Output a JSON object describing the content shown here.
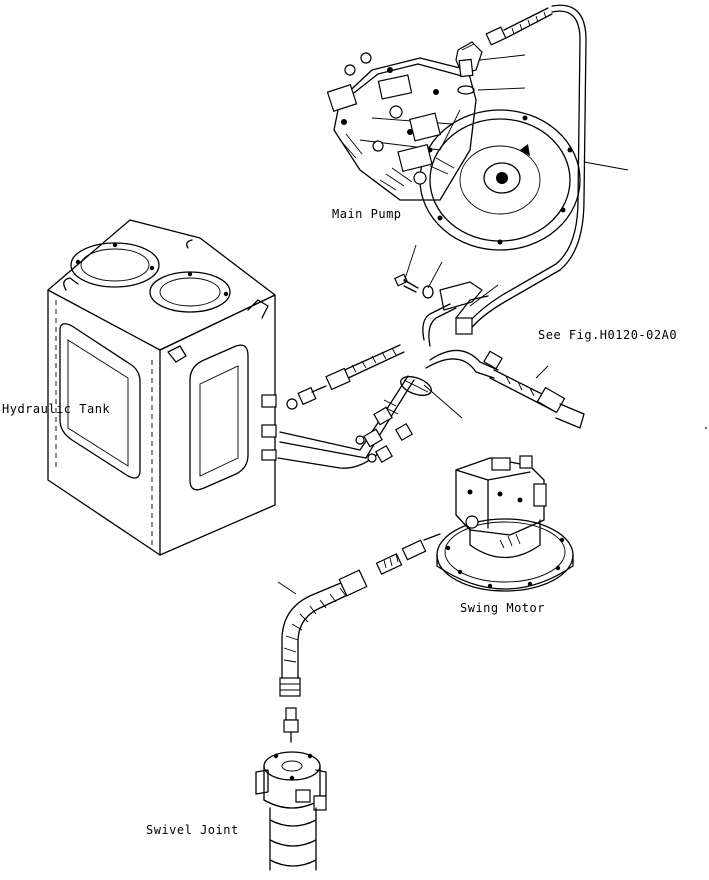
{
  "labels": {
    "main_pump": "Main Pump",
    "hydraulic_tank": "Hydraulic Tank",
    "see_fig": "See Fig.H0120-02A0",
    "swing_motor": "Swing Motor",
    "swivel_joint": "Swivel Joint"
  },
  "colors": {
    "ink": "#000000",
    "paper": "#ffffff"
  },
  "components": [
    "main-pump",
    "hydraulic-tank",
    "swing-motor",
    "swivel-joint",
    "drain-hose",
    "elbow-fitting",
    "o-ring",
    "bolt",
    "washer",
    "clamp",
    "connector-fittings"
  ]
}
